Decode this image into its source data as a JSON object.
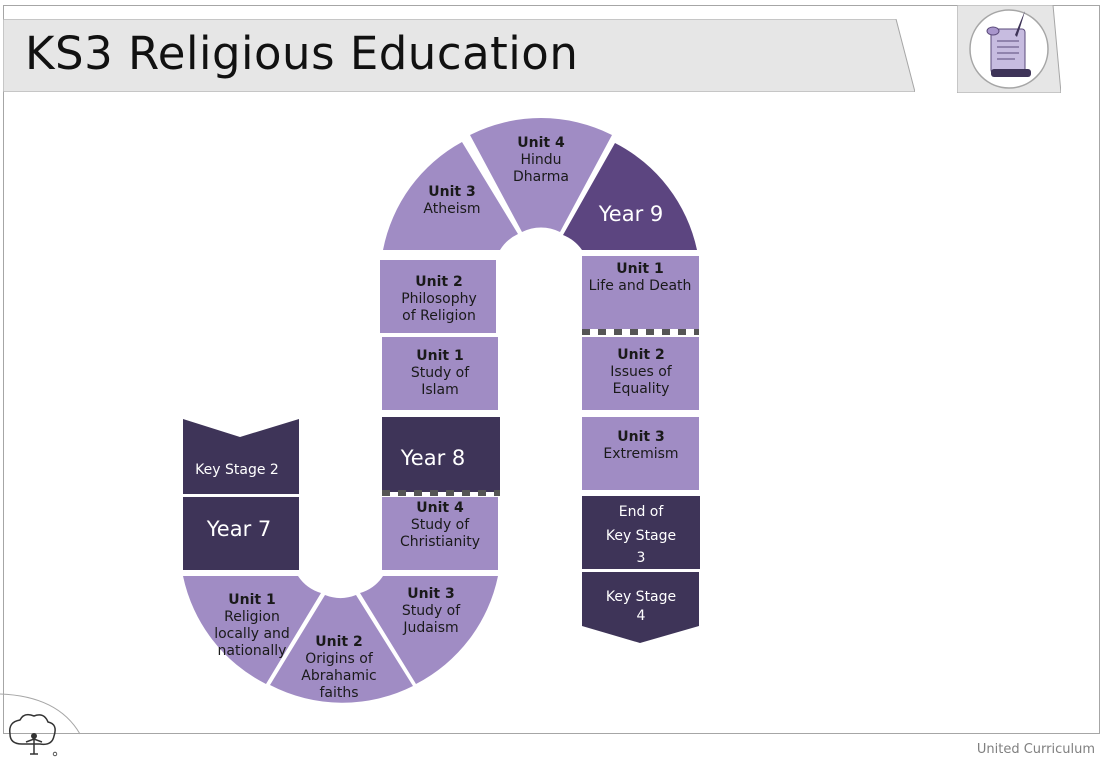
{
  "header": {
    "title": "KS3 Religious Education"
  },
  "footer": {
    "text": "United Curriculum"
  },
  "colors": {
    "light": "#a08cc4",
    "dark": "#3e3458",
    "year9": "#5c4580",
    "banner": "#e6e6e6"
  },
  "icons": {
    "logo": "scroll-quill-icon",
    "corner": "tree-person-logo-icon"
  },
  "journey": {
    "ks2": "Key Stage 2",
    "year7": "Year 7",
    "y7u1": {
      "unit": "Unit 1",
      "lines": [
        "Religion",
        "locally and",
        "nationally"
      ]
    },
    "y7u2": {
      "unit": "Unit 2",
      "lines": [
        "Origins of",
        "Abrahamic",
        "faiths"
      ]
    },
    "y7u3": {
      "unit": "Unit 3",
      "lines": [
        "Study of",
        "Judaism"
      ]
    },
    "y7u4": {
      "unit": "Unit 4",
      "lines": [
        "Study of",
        "Christianity"
      ]
    },
    "year8": "Year 8",
    "y8u1": {
      "unit": "Unit 1",
      "lines": [
        "Study of",
        "Islam"
      ]
    },
    "y8u2": {
      "unit": "Unit 2",
      "lines": [
        "Philosophy",
        "of Religion"
      ]
    },
    "y8u3": {
      "unit": "Unit 3",
      "lines": [
        "Atheism"
      ]
    },
    "y8u4": {
      "unit": "Unit 4",
      "lines": [
        "Hindu",
        "Dharma"
      ]
    },
    "year9": "Year 9",
    "y9u1": {
      "unit": "Unit 1",
      "lines": [
        "Life and Death"
      ]
    },
    "y9u2": {
      "unit": "Unit 2",
      "lines": [
        "Issues of",
        "Equality"
      ]
    },
    "y9u3": {
      "unit": "Unit 3",
      "lines": [
        "Extremism"
      ]
    },
    "eks3": {
      "lines": [
        "End of",
        "Key Stage",
        "3"
      ]
    },
    "ks4": {
      "lines": [
        "Key Stage",
        "4"
      ]
    }
  }
}
